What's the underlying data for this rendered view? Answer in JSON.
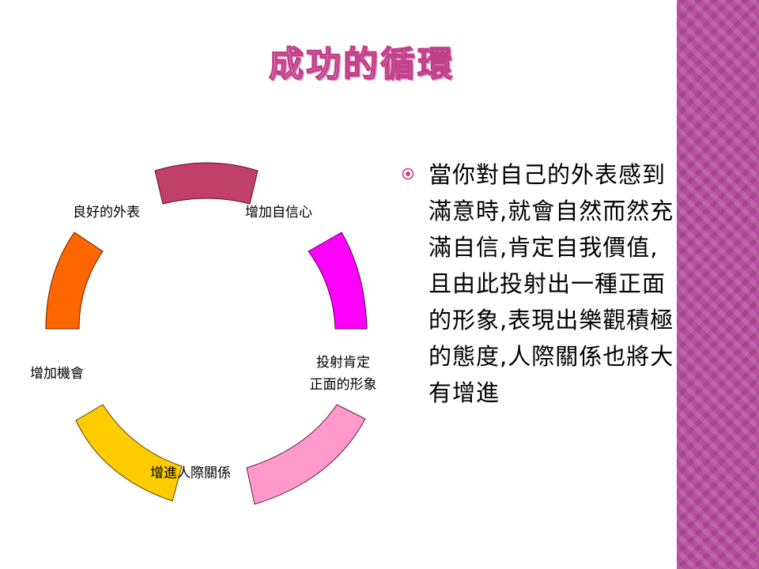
{
  "title": "成功的循環",
  "colors": {
    "side_band": "#b84fa0",
    "segment_top": "#c0406a",
    "segment_right_upper": "#ff00ff",
    "segment_right_lower": "#ff99cc",
    "segment_bottom_left": "#ffcc00",
    "segment_left": "#ff6600",
    "title_fill": "#f2b8d8"
  },
  "cycle": {
    "nodes": [
      {
        "id": "top",
        "label": "",
        "color": "#c0406a"
      },
      {
        "id": "confidence",
        "label": "增加自信心",
        "color": "#ff00ff"
      },
      {
        "id": "image",
        "label_line1": "投射肯定",
        "label_line2": "正面的形象",
        "color": "#ff99cc"
      },
      {
        "id": "relations",
        "label": "增進人際關係",
        "color": "#ffcc00"
      },
      {
        "id": "opportunity",
        "label": "增加機會",
        "color": "#ff6600"
      },
      {
        "id": "appearance",
        "label": "良好的外表",
        "color": "#c0406a"
      }
    ]
  },
  "bullet": {
    "icon": "circle-dot-bullet-icon",
    "text": "當你對自己的外表感到滿意時,就會自然而然充滿自信,肯定自我價值,且由此投射出一種正面的形象,表現出樂觀積極的態度,人際關係也將大有增進"
  }
}
